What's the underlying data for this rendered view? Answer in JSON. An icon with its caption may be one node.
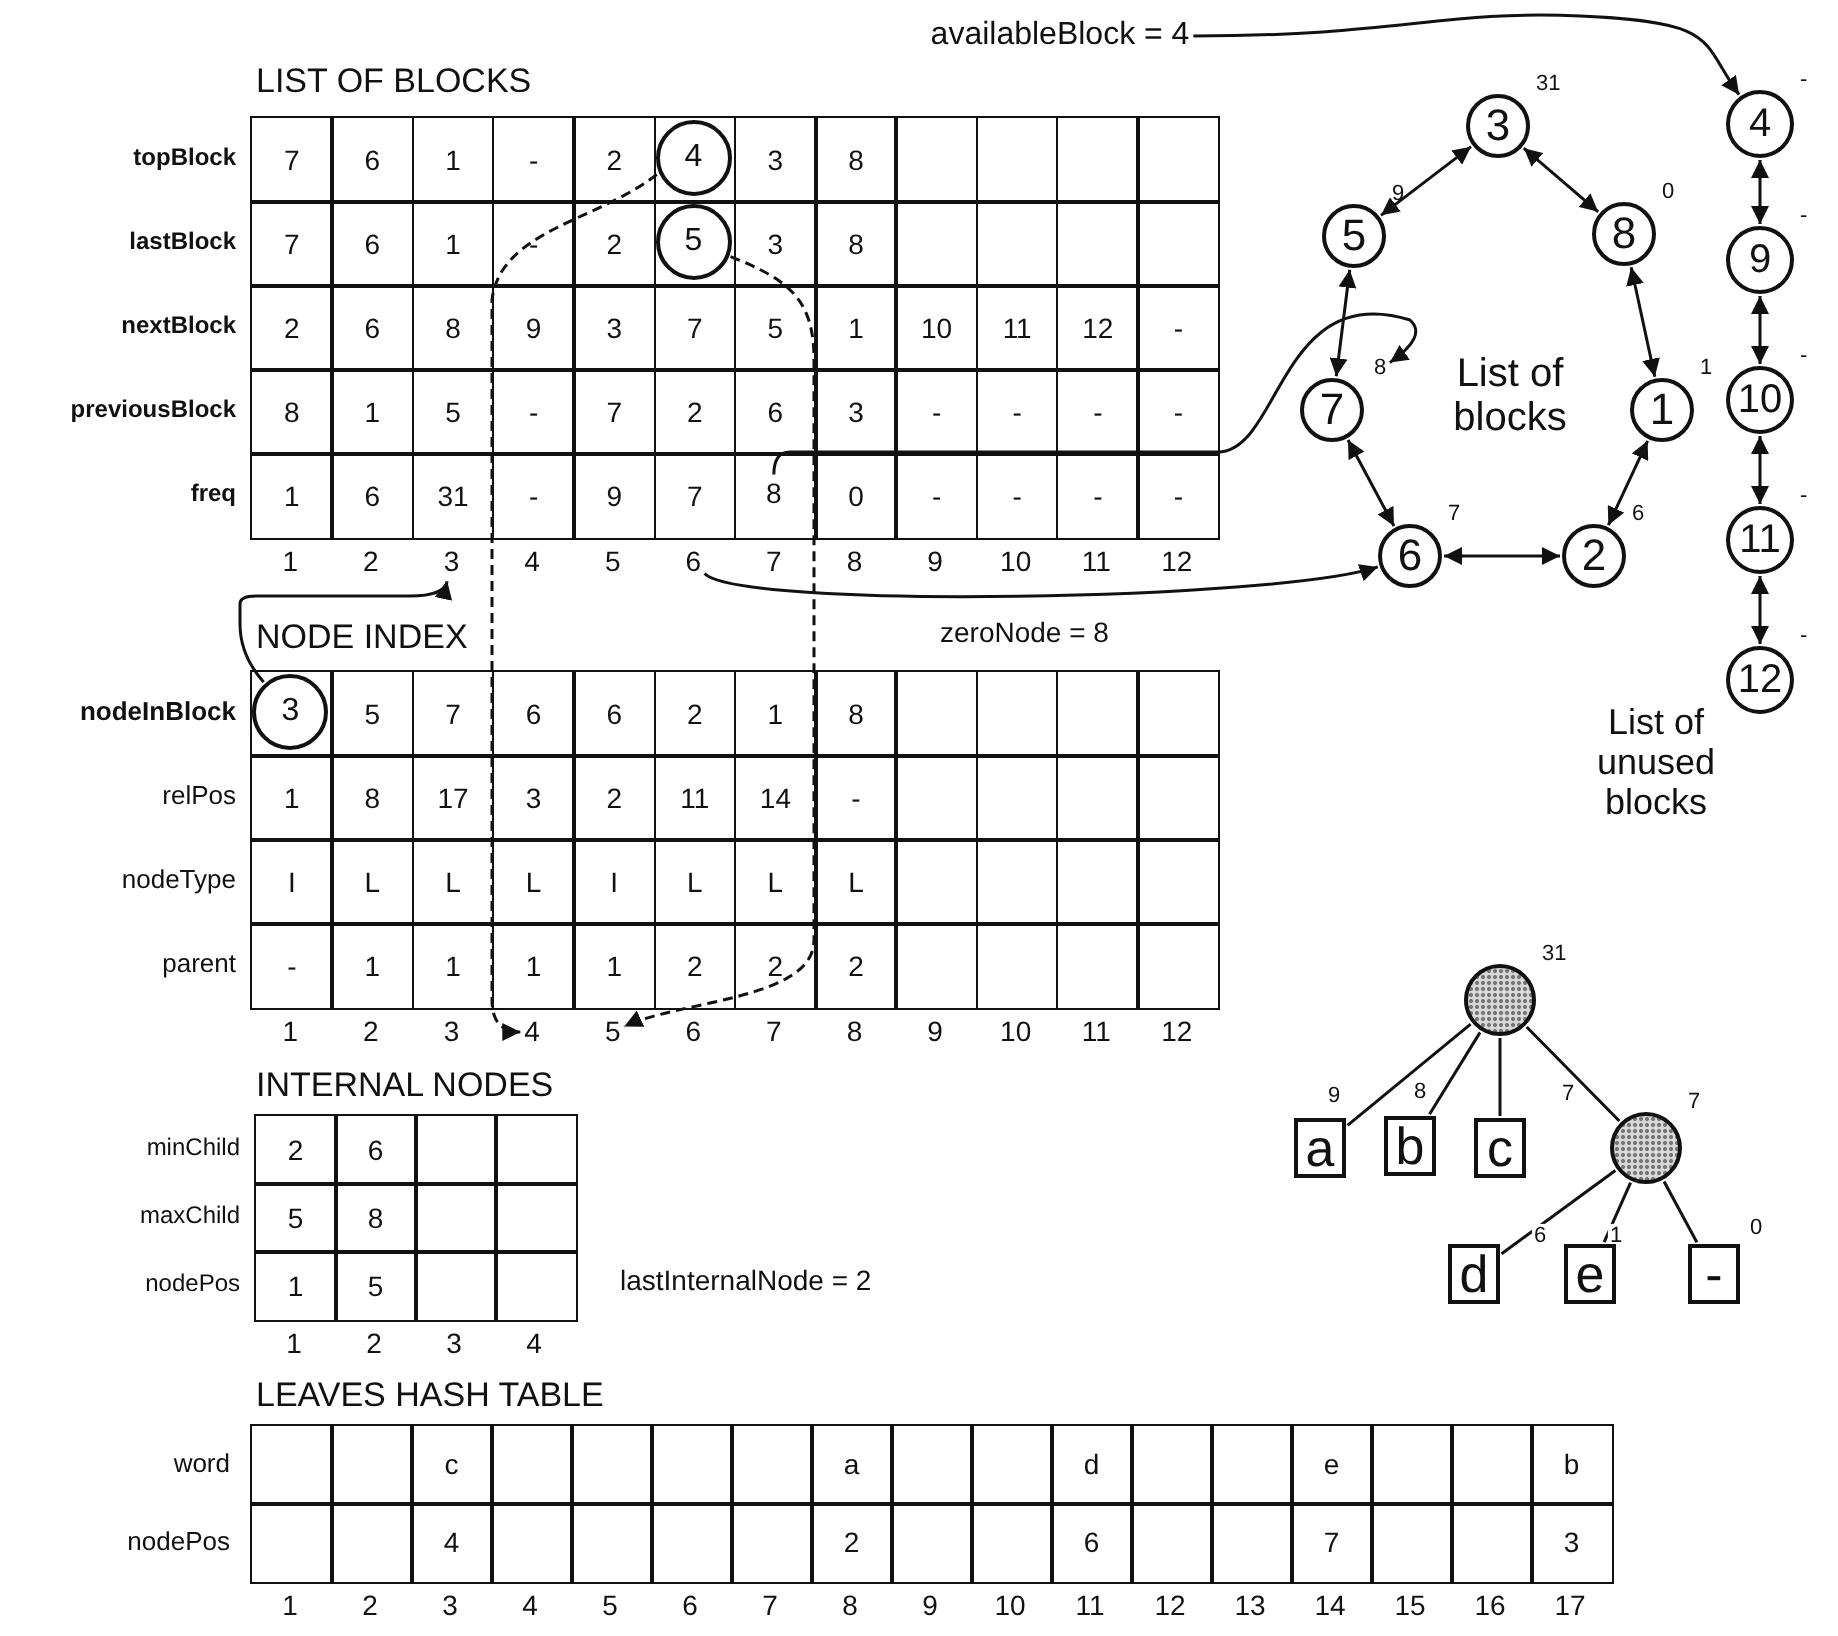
{
  "diagram": {
    "nodes": [
      {
        "text": [
          "availableBlock = 4"
        ]
      },
      {
        "text": [
          "4"
        ]
      },
      {
        "text": [
          "5"
        ]
      },
      {
        "text": [
          "8"
        ]
      },
      {
        "text": [
          "3"
        ]
      },
      {
        "text": [
          "6"
        ]
      },
      {
        "text": [
          "3"
        ],
        "beside": [
          "31"
        ]
      },
      {
        "text": [
          "5"
        ],
        "beside": [
          "9"
        ]
      },
      {
        "text": [
          "8"
        ],
        "beside": [
          "0"
        ]
      },
      {
        "text": [
          "8"
        ]
      },
      {
        "text": [
          "7"
        ]
      },
      {
        "text": [
          "1"
        ],
        "beside": [
          "1"
        ]
      },
      {
        "text": [
          "6"
        ],
        "beside": [
          "7"
        ]
      },
      {
        "text": [
          "2"
        ],
        "beside": [
          "6"
        ]
      },
      {
        "text": [
          "4"
        ],
        "beside": [
          "-"
        ]
      },
      {
        "text": [
          "9"
        ],
        "beside": [
          "-"
        ]
      },
      {
        "text": [
          "10"
        ],
        "beside": [
          "-"
        ]
      },
      {
        "text": [
          "11"
        ],
        "beside": [
          "-"
        ]
      },
      {
        "text": [
          "12"
        ],
        "beside": [
          "-"
        ]
      },
      {
        "text": [
          "3"
        ]
      },
      {
        "text": [
          "4"
        ]
      },
      {
        "text": [
          "5"
        ]
      },
      {
        "text": [],
        "shape": "circle",
        "beside": [
          "31"
        ]
      },
      {
        "text": [
          "a"
        ]
      },
      {
        "text": [
          "b"
        ]
      },
      {
        "text": [
          "c"
        ]
      },
      {
        "text": [],
        "shape": "circle",
        "beside": [
          "7"
        ]
      },
      {
        "text": [
          "d"
        ]
      },
      {
        "text": [
          "e"
        ]
      },
      {
        "text": [
          "-"
        ]
      }
    ],
    "edges": [
      {
        "from": 0,
        "to": 14,
        "arrow": "to"
      },
      {
        "from": 1,
        "to": 20,
        "arrow": "to",
        "style": "dashed"
      },
      {
        "from": 2,
        "to": 21,
        "arrow": "to",
        "style": "dashed"
      },
      {
        "from": 3,
        "to": 9,
        "arrow": "to"
      },
      {
        "from": 19,
        "to": 4,
        "arrow": "to"
      },
      {
        "from": 5,
        "to": 12,
        "arrow": "to"
      },
      {
        "from": 6,
        "to": 8,
        "arrow": "both"
      },
      {
        "from": 8,
        "to": 11,
        "arrow": "both"
      },
      {
        "from": 11,
        "to": 13,
        "arrow": "both"
      },
      {
        "from": 13,
        "to": 12,
        "arrow": "both"
      },
      {
        "from": 12,
        "to": 10,
        "arrow": "both"
      },
      {
        "from": 10,
        "to": 7,
        "arrow": "both"
      },
      {
        "from": 7,
        "to": 6,
        "arrow": "both"
      },
      {
        "from": 14,
        "to": 15,
        "arrow": "both"
      },
      {
        "from": 15,
        "to": 16,
        "arrow": "both"
      },
      {
        "from": 16,
        "to": 17,
        "arrow": "both"
      },
      {
        "from": 17,
        "to": 18,
        "arrow": "both"
      },
      {
        "from": 22,
        "to": 23,
        "arrow": "none",
        "label": "9"
      },
      {
        "from": 22,
        "to": 24,
        "arrow": "none",
        "label": "8"
      },
      {
        "from": 22,
        "to": 25,
        "arrow": "none"
      },
      {
        "from": 22,
        "to": 26,
        "arrow": "none",
        "label": "7"
      },
      {
        "from": 26,
        "to": 27,
        "arrow": "none",
        "label": "6"
      },
      {
        "from": 26,
        "to": 28,
        "arrow": "none",
        "label": "1"
      },
      {
        "from": 26,
        "to": 29,
        "arrow": "none",
        "label": "0"
      }
    ],
    "labels": [
      "LIST OF BLOCKS",
      "topBlock",
      "7",
      "6",
      "1",
      "-",
      "2",
      "3",
      "8",
      "lastBlock",
      "7",
      "6",
      "1",
      "-",
      "2",
      "3",
      "8",
      "nextBlock",
      "2",
      "6",
      "8",
      "9",
      "3",
      "7",
      "5",
      "1",
      "10",
      "11",
      "12",
      "-",
      "previousBlock",
      "8",
      "1",
      "5",
      "-",
      "7",
      "2",
      "6",
      "3",
      "-",
      "-",
      "-",
      "-",
      "freq",
      "1",
      "6",
      "31",
      "-",
      "9",
      "7",
      "0",
      "-",
      "-",
      "-",
      "-",
      "1",
      "2",
      "4",
      "5",
      "7",
      "8",
      "9",
      "10",
      "11",
      "12",
      "List of blocks",
      "List of unused blocks",
      "NODE INDEX",
      "zeroNode = 8",
      "nodeInBlock",
      "5",
      "7",
      "6",
      "6",
      "2",
      "1",
      "8",
      "relPos",
      "1",
      "8",
      "17",
      "3",
      "2",
      "11",
      "14",
      "-",
      "nodeType",
      "I",
      "L",
      "L",
      "L",
      "I",
      "L",
      "L",
      "L",
      "parent",
      "-",
      "1",
      "1",
      "1",
      "1",
      "2",
      "2",
      "2",
      "1",
      "2",
      "3",
      "6",
      "7",
      "8",
      "9",
      "10",
      "11",
      "12",
      "INTERNAL NODES",
      "minChild",
      "2",
      "6",
      "maxChild",
      "5",
      "8",
      "nodePos",
      "1",
      "5",
      "1",
      "2",
      "3",
      "4",
      "lastInternalNode = 2",
      "LEAVES HASH TABLE",
      "word",
      "c",
      "a",
      "d",
      "e",
      "b",
      "nodePos",
      "4",
      "2",
      "6",
      "7",
      "3",
      "1",
      "2",
      "3",
      "4",
      "5",
      "6",
      "7",
      "8",
      "9",
      "10",
      "11",
      "12",
      "13",
      "14",
      "15",
      "16",
      "17"
    ]
  }
}
